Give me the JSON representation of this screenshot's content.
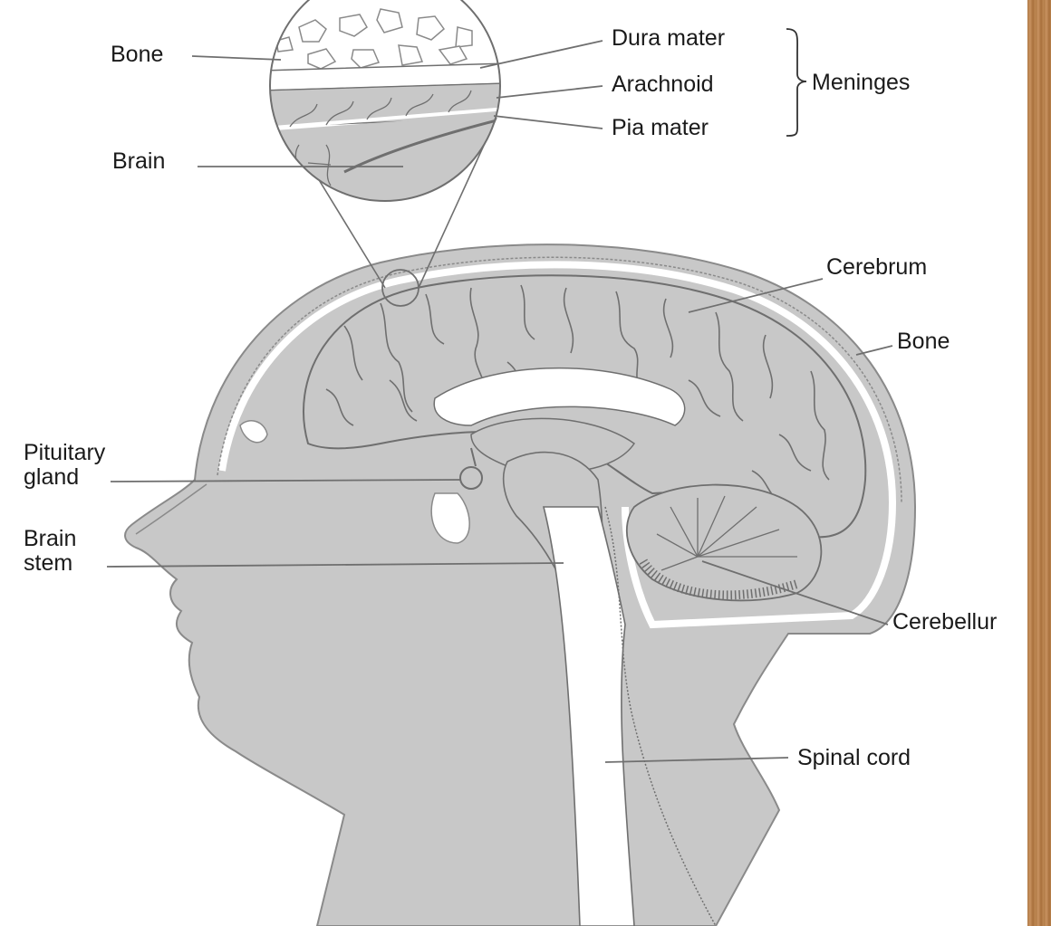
{
  "labels": {
    "bone_top": "Bone",
    "dura_mater": "Dura mater",
    "arachnoid": "Arachnoid",
    "pia_mater": "Pia mater",
    "meninges": "Meninges",
    "brain": "Brain",
    "cerebrum": "Cerebrum",
    "bone_right": "Bone",
    "pituitary_line1": "Pituitary",
    "pituitary_line2": "gland",
    "brain_stem_line1": "Brain",
    "brain_stem_line2": "stem",
    "cerebellum": "Cerebellur",
    "spinal_cord": "Spinal cord"
  },
  "colors": {
    "tissue_gray": "#c8c8c8",
    "line_gray": "#6f6f6f",
    "outline": "#8a8a8a",
    "background": "#ffffff",
    "frame_wood": "#b98350"
  }
}
